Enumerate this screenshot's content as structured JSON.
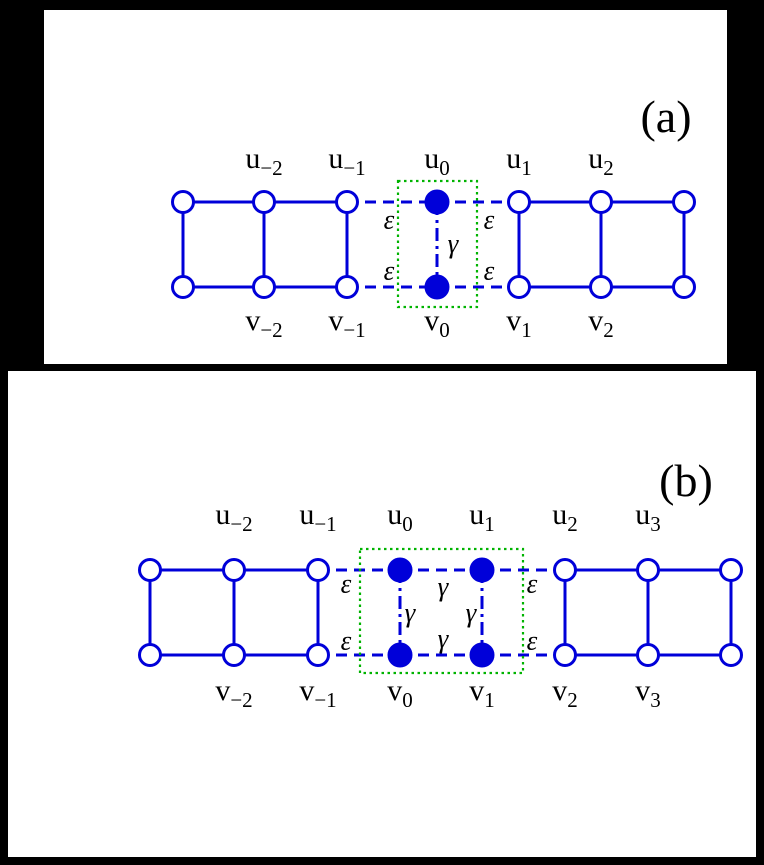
{
  "colors": {
    "background": "#000000",
    "panel_bg": "#ffffff",
    "line": "#0000d9",
    "node_fill": "#ffffff",
    "defect_fill": "#0000d9",
    "defect_box": "#00b300",
    "text": "#000000"
  },
  "figure": {
    "panels": {
      "a": {
        "tag": "(a)",
        "top_labels": [
          {
            "base": "u",
            "sub": "−2"
          },
          {
            "base": "u",
            "sub": "−1"
          },
          {
            "base": "u",
            "sub": "0"
          },
          {
            "base": "u",
            "sub": "1"
          },
          {
            "base": "u",
            "sub": "2"
          }
        ],
        "bottom_labels": [
          {
            "base": "v",
            "sub": "−2"
          },
          {
            "base": "v",
            "sub": "−1"
          },
          {
            "base": "v",
            "sub": "0"
          },
          {
            "base": "v",
            "sub": "1"
          },
          {
            "base": "v",
            "sub": "2"
          }
        ],
        "epsilon": "ε",
        "gamma": "γ"
      },
      "b": {
        "tag": "(b)",
        "top_labels": [
          {
            "base": "u",
            "sub": "−2"
          },
          {
            "base": "u",
            "sub": "−1"
          },
          {
            "base": "u",
            "sub": "0"
          },
          {
            "base": "u",
            "sub": "1"
          },
          {
            "base": "u",
            "sub": "2"
          },
          {
            "base": "u",
            "sub": "3"
          }
        ],
        "bottom_labels": [
          {
            "base": "v",
            "sub": "−2"
          },
          {
            "base": "v",
            "sub": "−1"
          },
          {
            "base": "v",
            "sub": "0"
          },
          {
            "base": "v",
            "sub": "1"
          },
          {
            "base": "v",
            "sub": "2"
          },
          {
            "base": "v",
            "sub": "3"
          }
        ],
        "epsilon": "ε",
        "gamma": "γ"
      }
    }
  }
}
